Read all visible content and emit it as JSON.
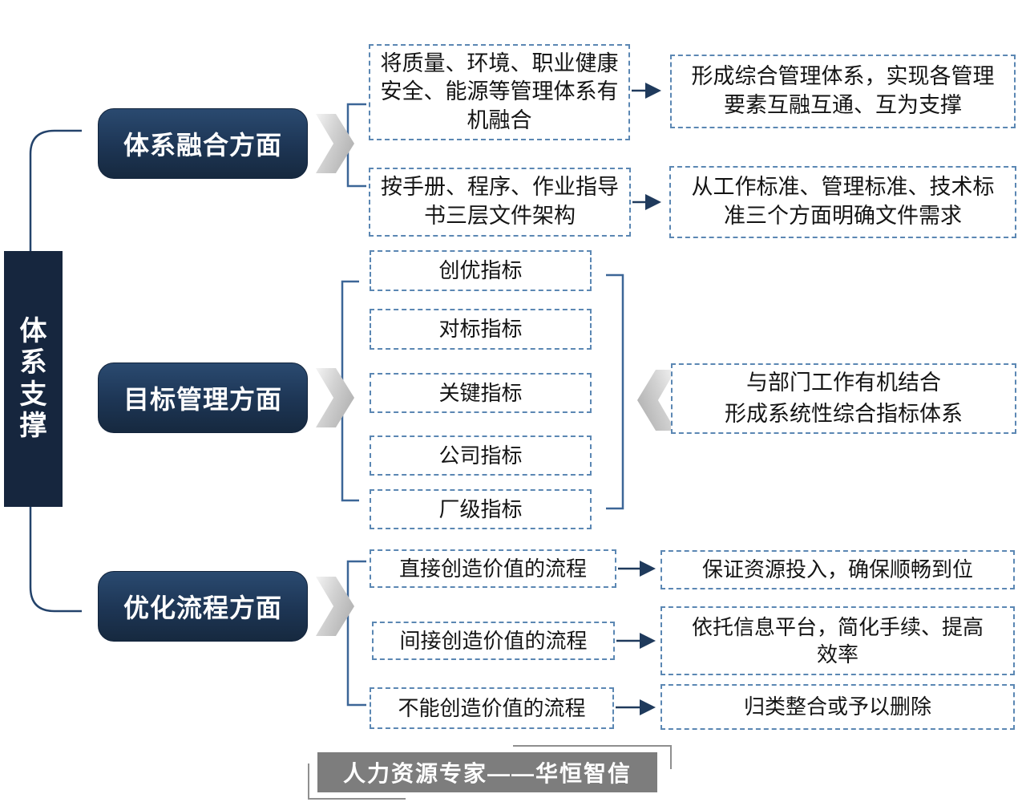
{
  "root_label": "体系支撑",
  "branch_fusion": {
    "label": "体系融合方面",
    "row1_left": "将质量、环境、职业健康安全、能源等管理体系有机融合",
    "row1_right": "形成综合管理体系，实现各管理要素互融互通、互为支撑",
    "row2_left": "按手册、程序、作业指导书三层文件架构",
    "row2_right": "从工作标准、管理标准、技术标准三个方面明确文件需求"
  },
  "branch_target": {
    "label": "目标管理方面",
    "indicator1": "创优指标",
    "indicator2": "对标指标",
    "indicator3": "关键指标",
    "indicator4": "公司指标",
    "indicator5": "厂级指标",
    "summary_line1": "与部门工作有机结合",
    "summary_line2": "形成系统性综合指标体系"
  },
  "branch_process": {
    "label": "优化流程方面",
    "row1_left": "直接创造价值的流程",
    "row1_right": "保证资源投入，确保顺畅到位",
    "row2_left": "间接创造价值的流程",
    "row2_right": "依托信息平台，简化手续、提高效率",
    "row3_left": "不能创造价值的流程",
    "row3_right": "归类整合或予以删除"
  },
  "footer": {
    "text": "人力资源专家——华恒智信"
  },
  "colors": {
    "root_bar_navy": "#16263e",
    "branch_navy": "#1d3554",
    "dashed_border_blue": "#5b87b3",
    "connector_navy": "#24436b",
    "bracket_blue": "#3c6697",
    "chevron_gray": "#c9c9c9",
    "footer_gray": "#7d7d7d"
  }
}
